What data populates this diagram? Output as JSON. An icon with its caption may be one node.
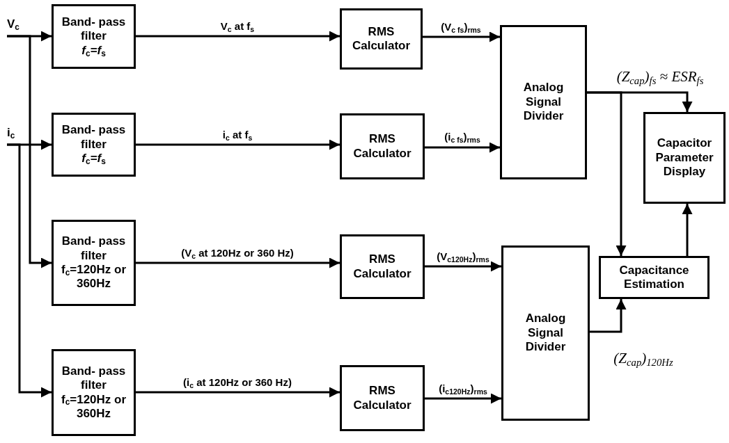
{
  "diagram": {
    "nodes": [
      {
        "text": [
          "V$_{c}$"
        ]
      },
      {
        "text": [
          "Band- pass filter",
          "*f*$_{c}$*=f*$_{s}$"
        ]
      },
      {
        "text": [
          "RMS Calculator"
        ]
      },
      {
        "text": [
          "Analog Signal Divider"
        ]
      },
      {
        "text": [
          "i$_{c}$"
        ]
      },
      {
        "text": [
          "Band- pass filter",
          "*f*$_{c}$*=f*$_{s}$"
        ]
      },
      {
        "text": [
          "RMS Calculator"
        ]
      },
      {
        "text": [
          "Capacitor Parameter Display"
        ]
      },
      {
        "text": [
          "Band- pass filter",
          "f$_{c}$=120Hz or 360Hz"
        ]
      },
      {
        "text": [
          "RMS Calculator"
        ]
      },
      {
        "text": [
          "Analog Signal Divider"
        ]
      },
      {
        "text": [
          "Capacitance Estimation"
        ]
      },
      {
        "text": [
          "Band- pass filter",
          "f$_{c}$=120Hz or 360Hz"
        ]
      },
      {
        "text": [
          "RMS Calculator"
        ]
      }
    ],
    "edges": [
      {
        "from": 0,
        "to": 1,
        "arrow": "to"
      },
      {
        "from": 0,
        "to": 8,
        "arrow": "to"
      },
      {
        "from": 4,
        "to": 5,
        "arrow": "to"
      },
      {
        "from": 4,
        "to": 12,
        "arrow": "to"
      },
      {
        "from": 1,
        "to": 2,
        "label": "V$_{c}$ at f$_{s}$",
        "arrow": "to"
      },
      {
        "from": 5,
        "to": 6,
        "label": "i$_{c}$ at f$_{s}$",
        "arrow": "to"
      },
      {
        "from": 8,
        "to": 9,
        "label": "(V$_{c}$ at 120Hz or 360 Hz)",
        "arrow": "to"
      },
      {
        "from": 12,
        "to": 13,
        "label": "(i$_{c}$ at 120Hz or 360 Hz)",
        "arrow": "to"
      },
      {
        "from": 2,
        "to": 3,
        "label": "(V$_{c fs}$)$_{rms}$",
        "arrow": "to"
      },
      {
        "from": 6,
        "to": 3,
        "label": "(i$_{c fs}$)$_{rms}$",
        "arrow": "to"
      },
      {
        "from": 9,
        "to": 10,
        "label": "(V$_{c120Hz}$)$_{rms}$",
        "arrow": "to"
      },
      {
        "from": 13,
        "to": 10,
        "label": "(i$_{c120Hz}$)$_{rms}$",
        "arrow": "to"
      },
      {
        "from": 3,
        "to": 7,
        "label": "(Z$_{cap}$)$_{fs}$ ≈ ESR$_{fs}$",
        "arrow": "to"
      },
      {
        "from": 3,
        "to": 11,
        "arrow": "to"
      },
      {
        "from": 10,
        "to": 11,
        "label": "(Z$_{cap}$)$_{120Hz}$",
        "arrow": "to"
      },
      {
        "from": 11,
        "to": 7,
        "arrow": "to"
      }
    ]
  }
}
